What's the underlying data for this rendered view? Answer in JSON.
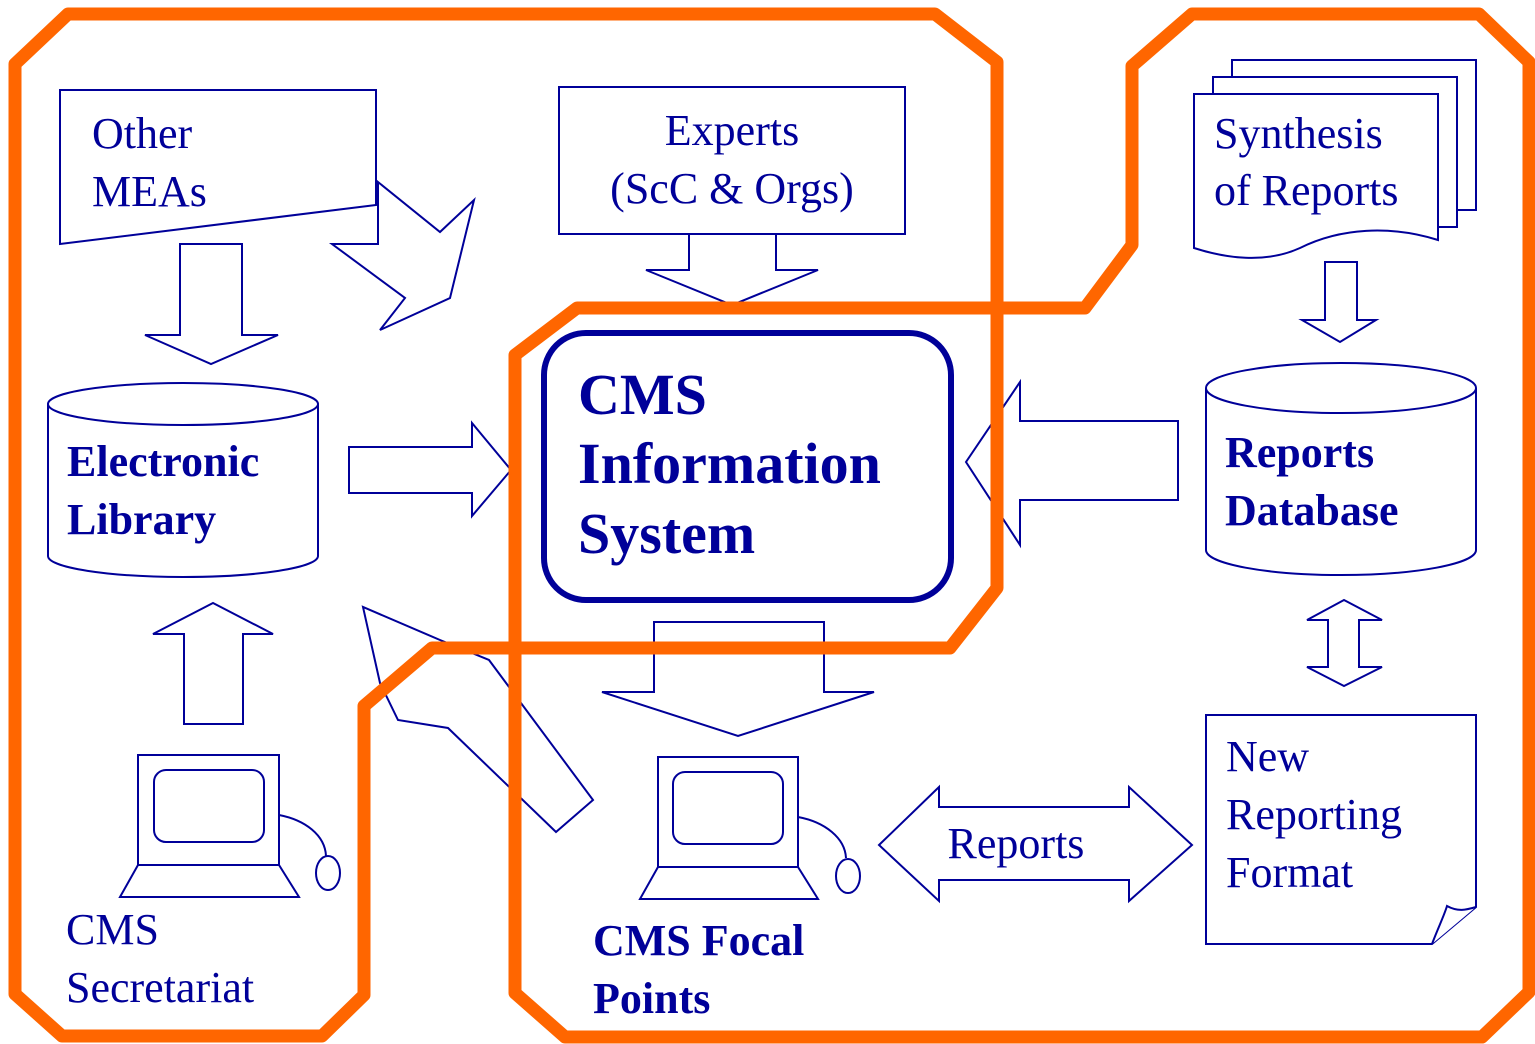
{
  "nodes": {
    "other_meas": [
      "Other",
      "MEAs"
    ],
    "experts": [
      "Experts",
      "(ScC & Orgs)"
    ],
    "synthesis": [
      "Synthesis",
      "of Reports"
    ],
    "electronic_library": [
      "Electronic",
      "Library"
    ],
    "cms_info_system": [
      "CMS",
      "Information",
      "System"
    ],
    "reports_database": [
      "Reports",
      "Database"
    ],
    "cms_secretariat": [
      "CMS",
      "Secretariat"
    ],
    "cms_focal_points": [
      "CMS Focal",
      "Points"
    ],
    "new_reporting_format": [
      "New",
      "Reporting",
      "Format"
    ],
    "reports_arrow": "Reports"
  },
  "colors": {
    "region_outline": "#ff6600",
    "diagram_ink": "#000099",
    "background": "#ffffff"
  },
  "icons": [
    "computer-icon",
    "document-stack-icon",
    "database-cylinder-icon",
    "folded-page-icon",
    "block-arrow-icon"
  ]
}
